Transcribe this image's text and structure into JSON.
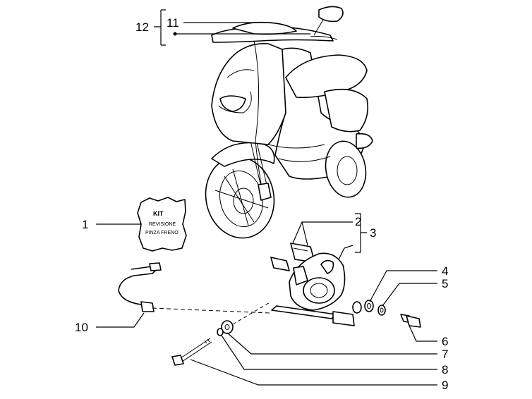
{
  "callouts": [
    {
      "id": "1",
      "label": "1"
    },
    {
      "id": "2",
      "label": "2"
    },
    {
      "id": "3",
      "label": "3"
    },
    {
      "id": "4",
      "label": "4"
    },
    {
      "id": "5",
      "label": "5"
    },
    {
      "id": "6",
      "label": "6"
    },
    {
      "id": "7",
      "label": "7"
    },
    {
      "id": "8",
      "label": "8"
    },
    {
      "id": "9",
      "label": "9"
    },
    {
      "id": "10",
      "label": "10"
    },
    {
      "id": "11",
      "label": "11"
    },
    {
      "id": "12",
      "label": "12"
    }
  ],
  "kit_bag": {
    "line1": "KIT",
    "line2": "REVISIONE",
    "line3": "PINZA FRENO"
  }
}
